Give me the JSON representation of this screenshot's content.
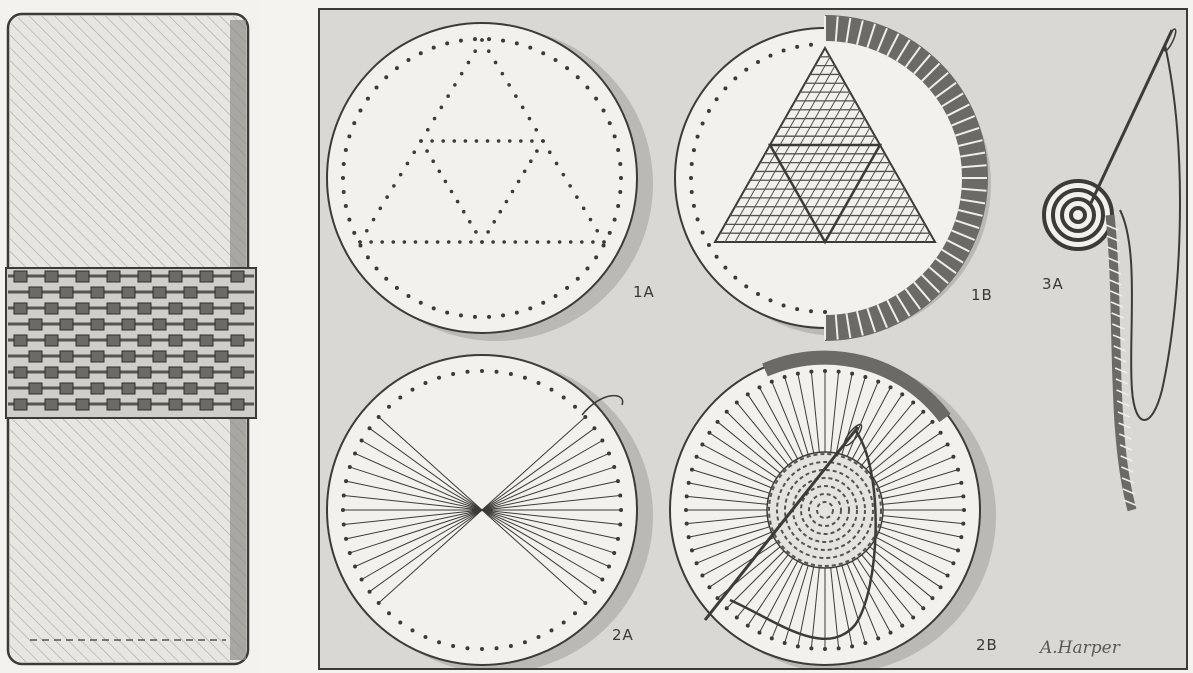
{
  "illustration": {
    "figures": [
      {
        "id": "1a",
        "label": "1A"
      },
      {
        "id": "1b",
        "label": "1B"
      },
      {
        "id": "3a",
        "label": "3A"
      },
      {
        "id": "2a",
        "label": "2A"
      },
      {
        "id": "2b",
        "label": "2B"
      }
    ],
    "signature": "A.Harper",
    "colors": {
      "paper": "#f4f3ef",
      "panel_background": "#d9d8d3",
      "disc": "#f2f1ec",
      "ink": "#3c3b38",
      "shadow": "#bab9b3"
    }
  }
}
